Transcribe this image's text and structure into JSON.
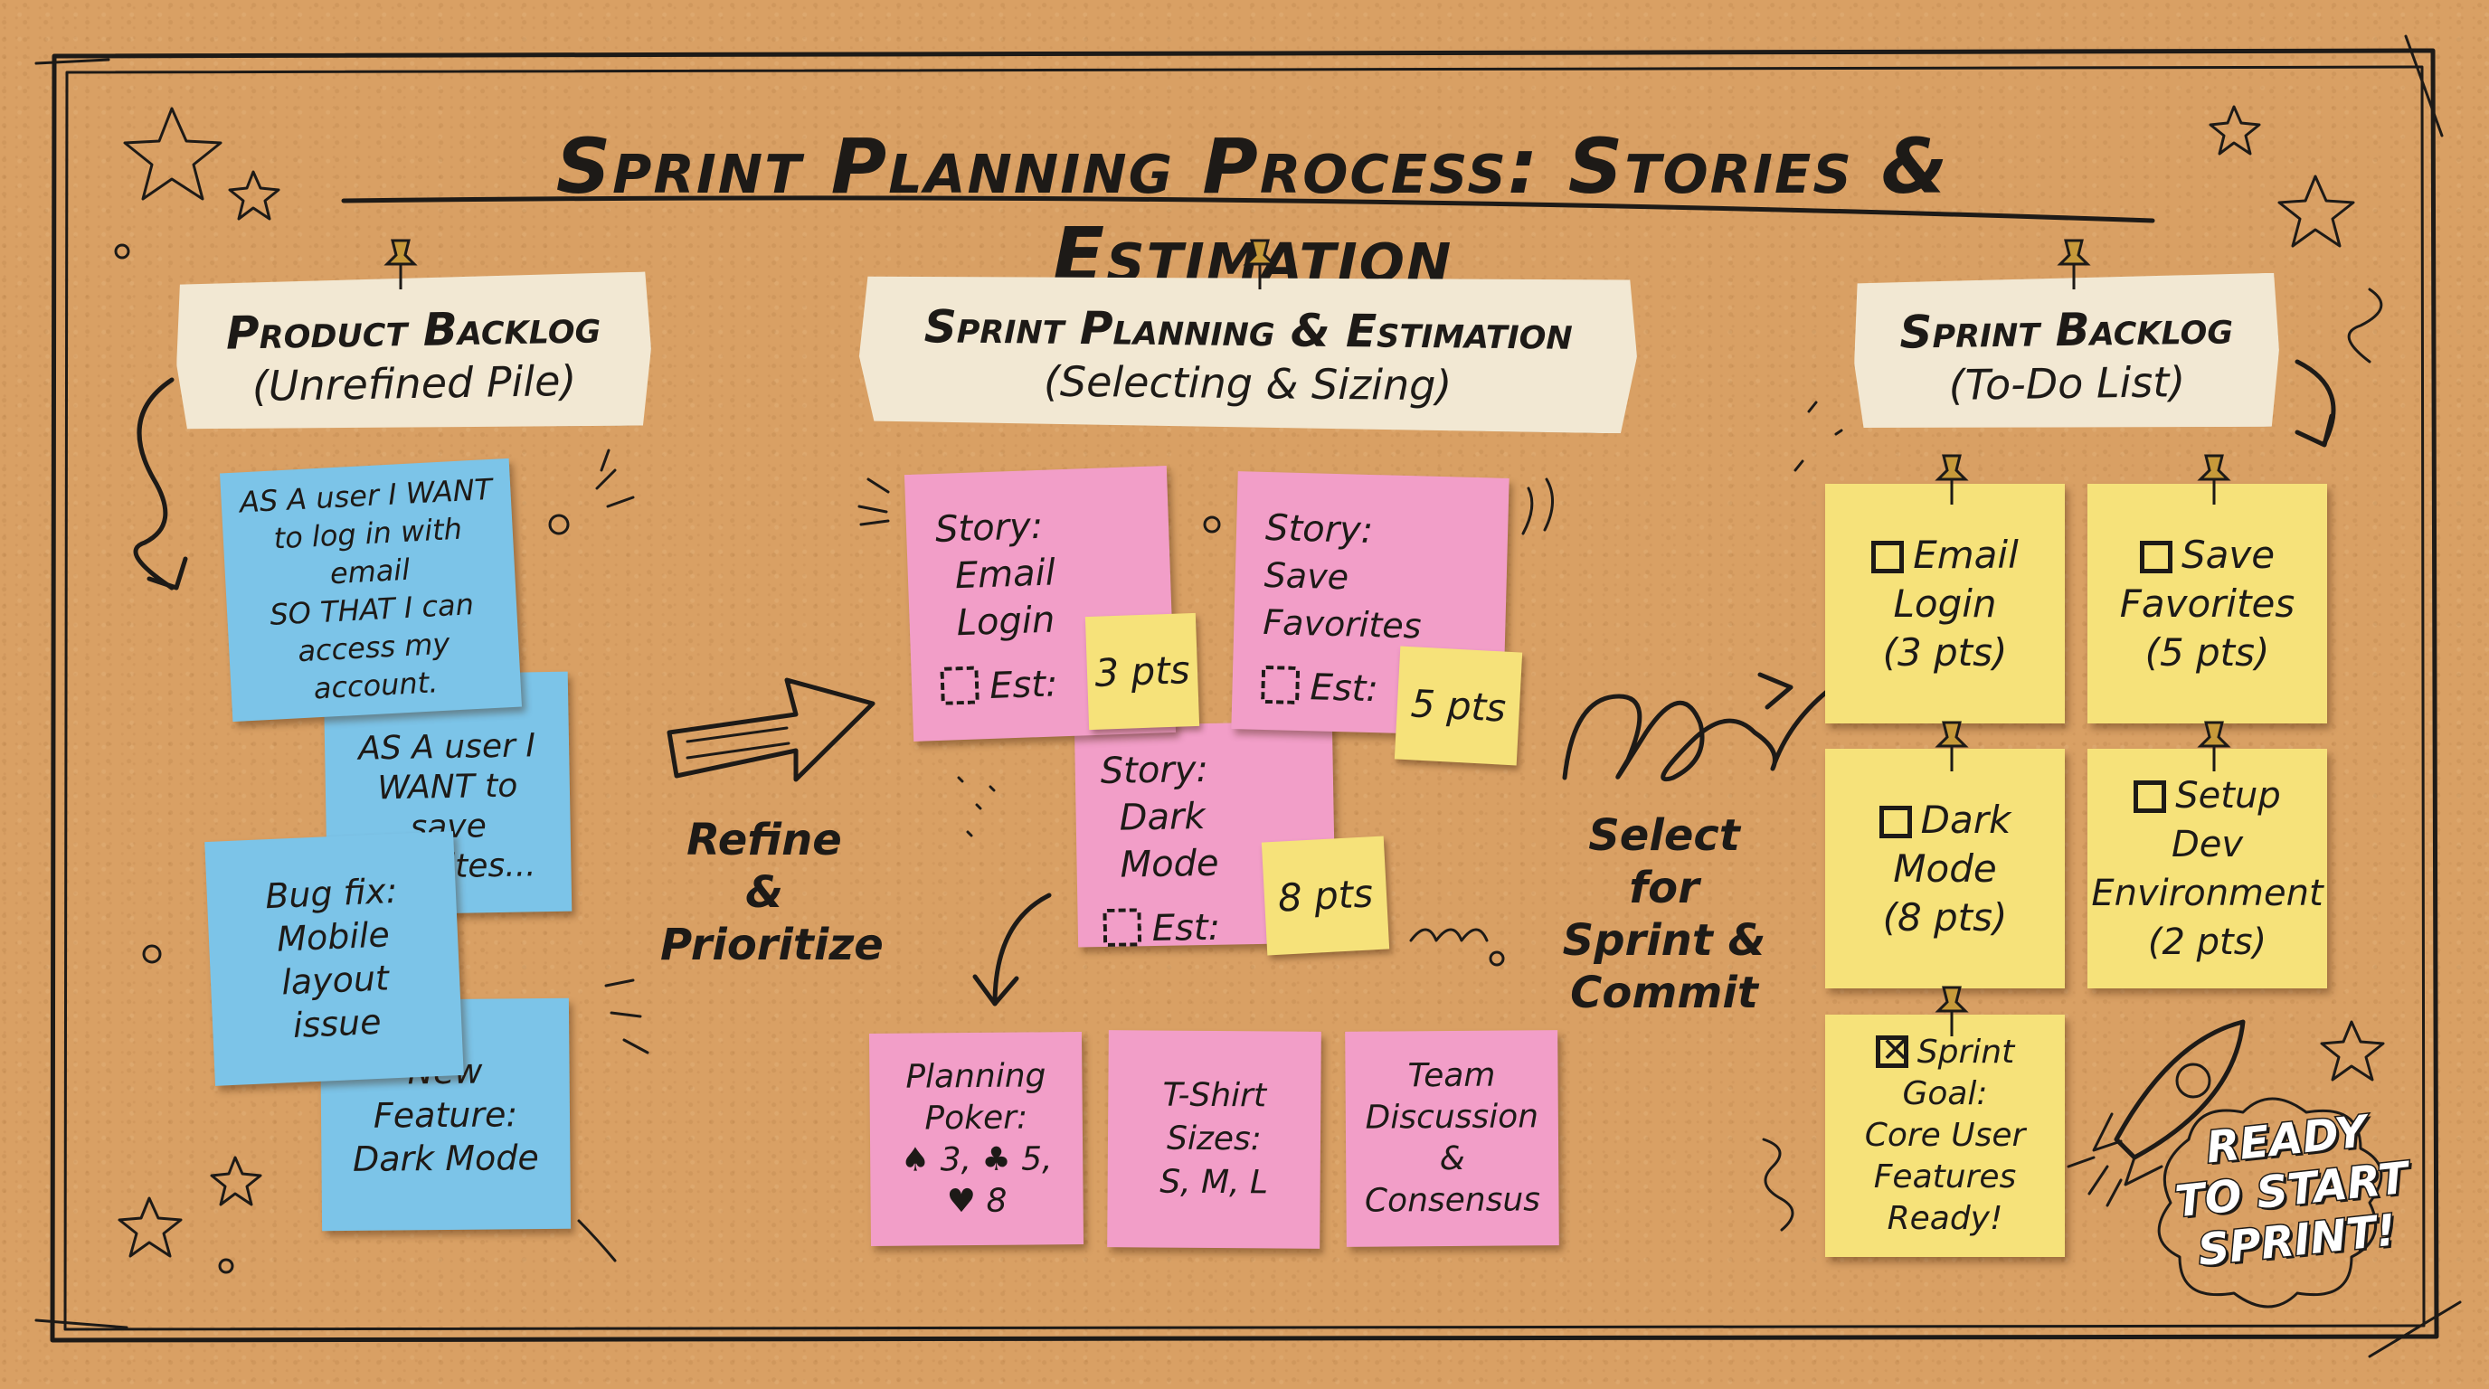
{
  "title": "Sprint Planning Process: Stories & Estimation",
  "columns": {
    "product_backlog": {
      "heading": "Product Backlog",
      "subheading": "(Unrefined Pile)"
    },
    "sprint_planning": {
      "heading": "Sprint Planning & Estimation",
      "subheading": "(Selecting & Sizing)"
    },
    "sprint_backlog": {
      "heading": "Sprint Backlog",
      "subheading": "(To-Do List)"
    }
  },
  "backlog_notes": [
    {
      "lines": [
        "AS A user I WANT",
        "to log in with email",
        "SO THAT I can",
        "access my account."
      ]
    },
    {
      "lines": [
        "AS A user I",
        "WANT to save",
        "favorites..."
      ]
    },
    {
      "lines": [
        "Bug fix:",
        "Mobile layout",
        "issue"
      ]
    },
    {
      "lines": [
        "New Feature:",
        "Dark Mode"
      ]
    }
  ],
  "flow_labels": {
    "refine": [
      "Refine &",
      "Prioritize"
    ],
    "select": [
      "Select for",
      "Sprint &",
      "Commit"
    ]
  },
  "stories": [
    {
      "label": "Story:",
      "name": "Email Login",
      "est": "Est:",
      "points": "3 pts"
    },
    {
      "label": "Story:",
      "name": "Save Favorites",
      "est": "Est:",
      "points": "5 pts"
    },
    {
      "label": "Story:",
      "name": "Dark Mode",
      "est": "Est:",
      "points": "8 pts"
    }
  ],
  "techniques": [
    {
      "lines": [
        "Planning",
        "Poker:",
        "♠ 3, ♣ 5,",
        "♥ 8"
      ]
    },
    {
      "lines": [
        "T-Shirt",
        "Sizes:",
        "S, M, L"
      ]
    },
    {
      "lines": [
        "Team",
        "Discussion &",
        "Consensus"
      ]
    }
  ],
  "todo_items": [
    {
      "lines": [
        "Email",
        "Login",
        "(3 pts)"
      ],
      "checked": false
    },
    {
      "lines": [
        "Save",
        "Favorites",
        "(5 pts)"
      ],
      "checked": false
    },
    {
      "lines": [
        "Dark",
        "Mode",
        "(8 pts)"
      ],
      "checked": false
    },
    {
      "lines": [
        "Setup Dev",
        "Environment",
        "(2 pts)"
      ],
      "checked": false
    },
    {
      "lines": [
        "Sprint Goal:",
        "Core User",
        "Features",
        "Ready!"
      ],
      "checked": true
    }
  ],
  "ready_badge": [
    "READY",
    "TO START",
    "SPRINT!"
  ],
  "colors": {
    "cork": "#d9a064",
    "ink": "#1d1a17",
    "blue_note": "#7cc4e8",
    "pink_note": "#f29ec8",
    "yellow_note": "#f6e27a",
    "banner": "#f2e8d3",
    "pin": "#c79a3a"
  },
  "icons": [
    "pushpin-icon",
    "star-icon",
    "rocket-icon",
    "arrow-icon",
    "loop-arrow-icon"
  ]
}
